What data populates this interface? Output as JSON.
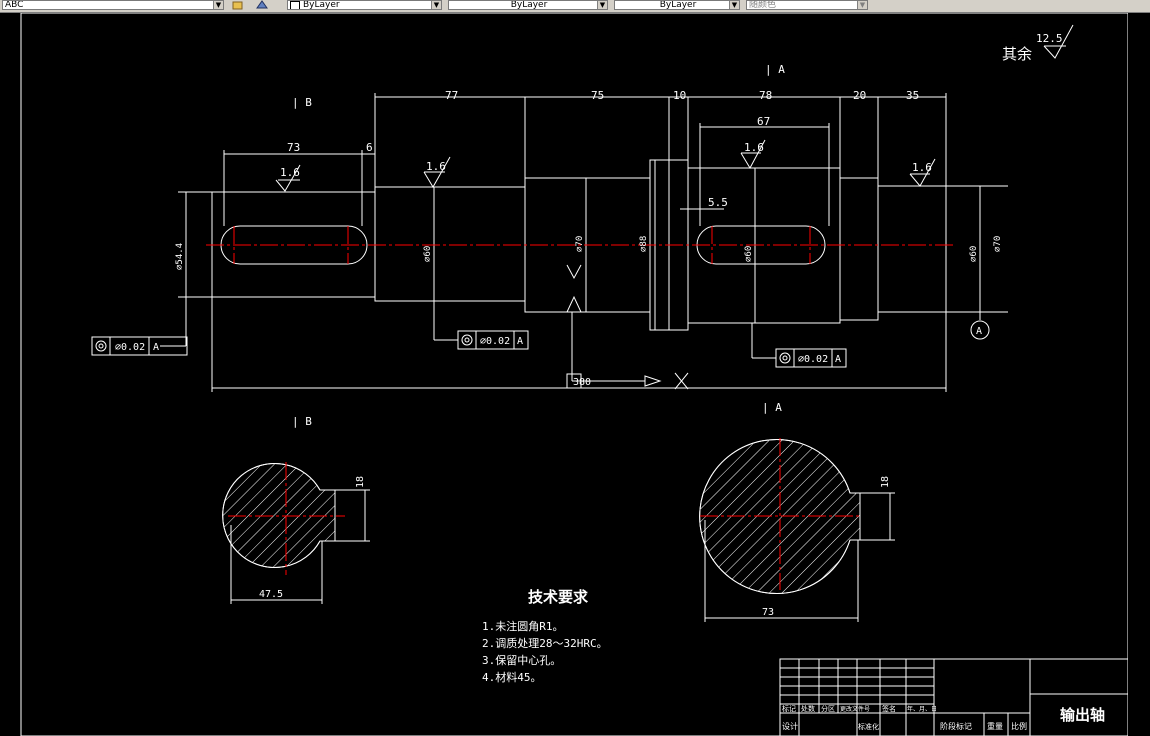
{
  "toolbar": {
    "layer_combo": "ABC",
    "color_combo": "ByLayer",
    "linetype_combo": "ByLayer",
    "lineweight_combo": "ByLayer",
    "plotstyle_combo": "随颜色"
  },
  "drawing": {
    "roughness_prefix": "其余",
    "roughness_value": "12.5",
    "section_a_label": "A",
    "section_b_label": "B",
    "dims_top": [
      "77",
      "75",
      "10",
      "78",
      "20",
      "35"
    ],
    "dim_73": "73",
    "dim_6": "6",
    "dim_67": "67",
    "dim_5_5": "5.5",
    "roughness_marks": [
      "1.6",
      "1.6",
      "1.6",
      "1.6"
    ],
    "dia_left_end": "⌀54.4",
    "dia_60_a": "⌀60",
    "dia_70": "⌀70",
    "dia_88": "⌀88",
    "dia_60_b": "⌀60",
    "dia_60_c": "⌀60",
    "dia_70_right": "⌀70",
    "overall_length": "380",
    "datum": "A",
    "tolerance_frames": [
      {
        "value": "⌀0.02",
        "datum": "A"
      },
      {
        "value": "⌀0.02",
        "datum": "A"
      },
      {
        "value": "⌀0.02",
        "datum": "A"
      }
    ],
    "section_b_dims": {
      "keyway": "18",
      "depth": "47.5"
    },
    "section_a_dims": {
      "keyway": "18",
      "depth": "73"
    }
  },
  "notes": {
    "title": "技术要求",
    "items": [
      "1.未注圆角R1。",
      "2.调质处理28～32HRC。",
      "3.保留中心孔。",
      "4.材料45。"
    ]
  },
  "title_block": {
    "part_name": "输出轴",
    "row_labels": [
      "标记",
      "处数",
      "分区",
      "更改文件号",
      "签名",
      "年、月、日"
    ],
    "design": "设计",
    "standardize": "标准化",
    "stage_mark": "阶段标记",
    "weight": "重量",
    "scale": "比例"
  },
  "colors": {
    "background": "#000000",
    "lines": "#ffffff",
    "centerline": "#ff0000",
    "toolbar": "#d4d0c8"
  }
}
